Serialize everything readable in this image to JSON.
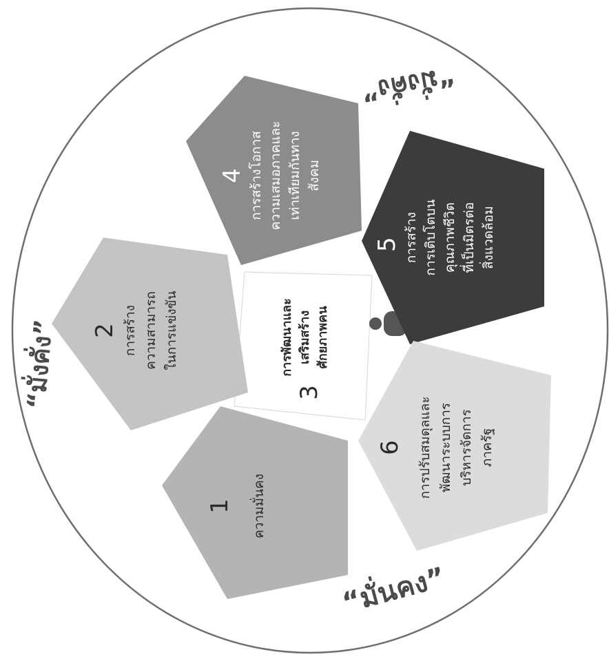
{
  "outer_labels": {
    "top_right": "“มั่งคั่ง”",
    "top_left": "“มั่งคั่ง”",
    "bottom": "“มั่นคง”"
  },
  "center": {
    "number": "3",
    "lines": [
      "การพัฒนาและ",
      "เสริมสร้าง",
      "ศักยภาพคน"
    ]
  },
  "strategies": [
    {
      "number": "1",
      "lines": [
        "ความมั่นคง"
      ],
      "color": "#b4b4b4"
    },
    {
      "number": "2",
      "lines": [
        "การสร้าง",
        "ความสามารถ",
        "ในการแข่งขัน"
      ],
      "color": "#c4c4c4"
    },
    {
      "number": "4",
      "lines": [
        "การสร้างโอกาส",
        "ความเสมอภาคและ",
        "เท่าเทียมกันทาง",
        "สังคม"
      ],
      "color": "#8c8c8c"
    },
    {
      "number": "5",
      "lines": [
        "การสร้าง",
        "การเติบโตบน",
        "คุณภาพชีวิต",
        "ที่เป็นมิตรต่อ",
        "สิ่งแวดล้อม"
      ],
      "color": "#3c3c3c"
    },
    {
      "number": "6",
      "lines": [
        "การปรับสมดุลและ",
        "พัฒนาระบบการ",
        "บริหารจัดการ",
        "ภาครัฐ"
      ],
      "color": "#dcdcdc"
    }
  ],
  "colors": {
    "background": "#ffffff",
    "circle_stroke": "#6e6e6e",
    "text_on_light": "#2a2a2a",
    "text_on_dark": "#ffffff",
    "person_icon": "#555555"
  },
  "icons": {
    "center_person": "person-icon"
  }
}
